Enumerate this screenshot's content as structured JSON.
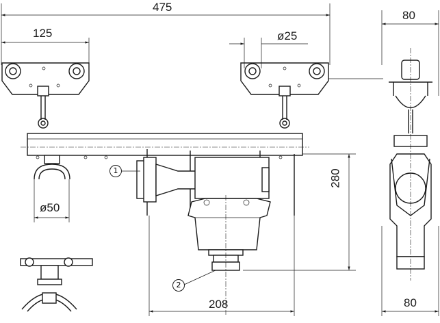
{
  "dimensions": {
    "overall_length": "475",
    "trolley_spacing": "125",
    "pin_diameter": "ø25",
    "clamp_diameter": "ø50",
    "height": "280",
    "component_width": "208",
    "side_width_top": "80",
    "side_width_bottom": "80"
  },
  "callouts": {
    "item1": "1",
    "item2": "2"
  }
}
